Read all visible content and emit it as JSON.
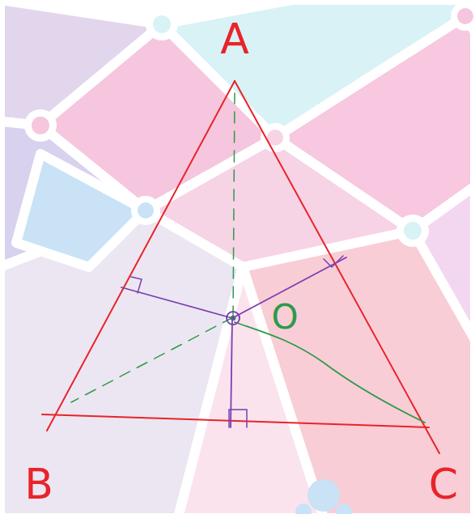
{
  "diagram": {
    "labels": [
      "A",
      "B",
      "C",
      "O"
    ]
  }
}
